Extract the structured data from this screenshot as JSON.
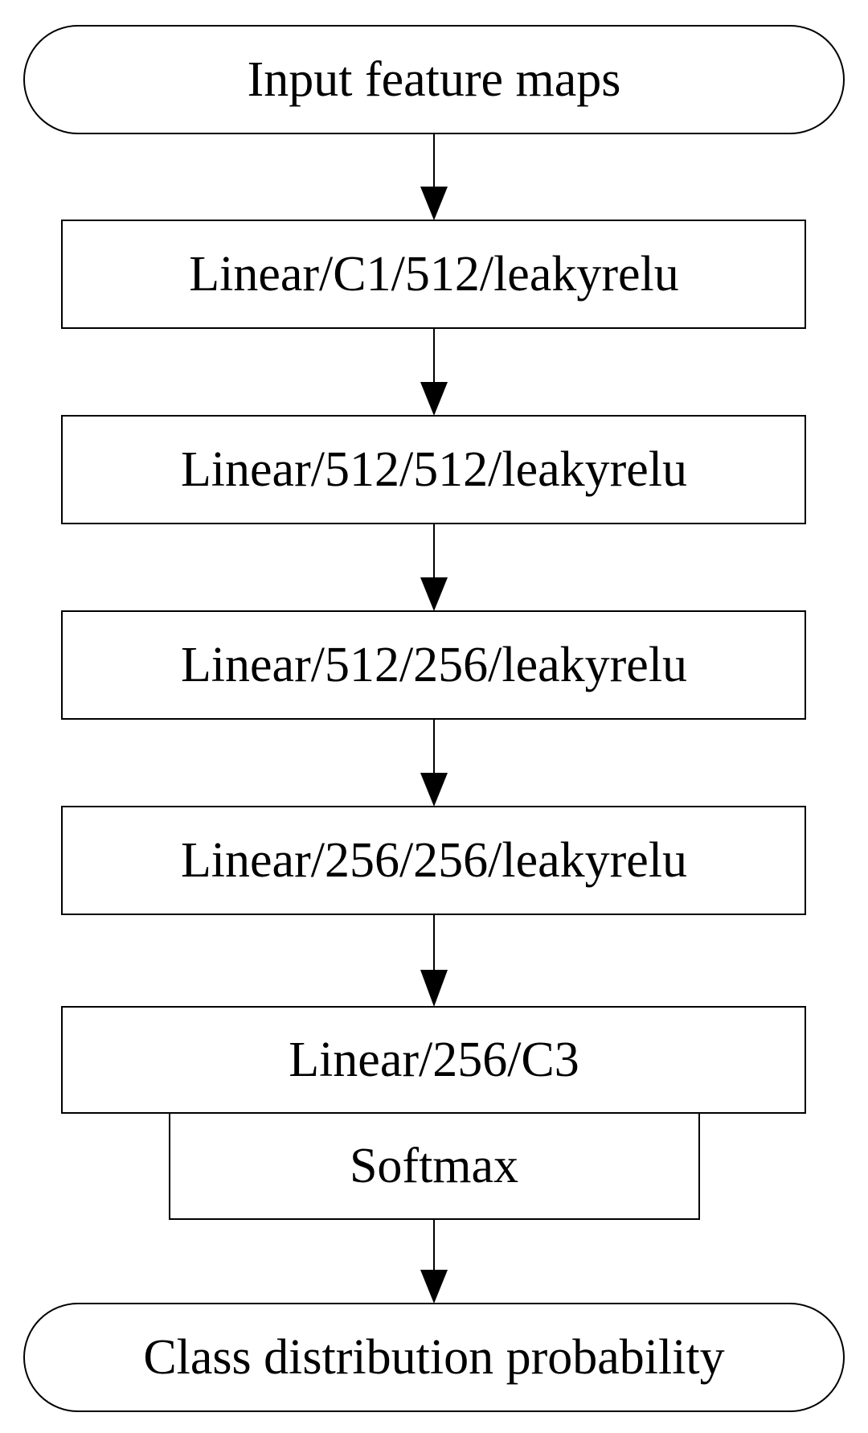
{
  "diagram": {
    "nodes": {
      "input": "Input feature maps",
      "linear1": "Linear/C1/512/leakyrelu",
      "linear2": "Linear/512/512/leakyrelu",
      "linear3": "Linear/512/256/leakyrelu",
      "linear4": "Linear/256/256/leakyrelu",
      "linear5": "Linear/256/C3",
      "softmax": "Softmax",
      "output": "Class distribution probability"
    },
    "edges": [
      {
        "from": "input",
        "to": "linear1"
      },
      {
        "from": "linear1",
        "to": "linear2"
      },
      {
        "from": "linear2",
        "to": "linear3"
      },
      {
        "from": "linear3",
        "to": "linear4"
      },
      {
        "from": "linear4",
        "to": "linear5"
      },
      {
        "from": "softmax",
        "to": "output"
      }
    ],
    "colors": {
      "stroke": "#000000",
      "fill": "#ffffff",
      "text": "#000000"
    }
  }
}
